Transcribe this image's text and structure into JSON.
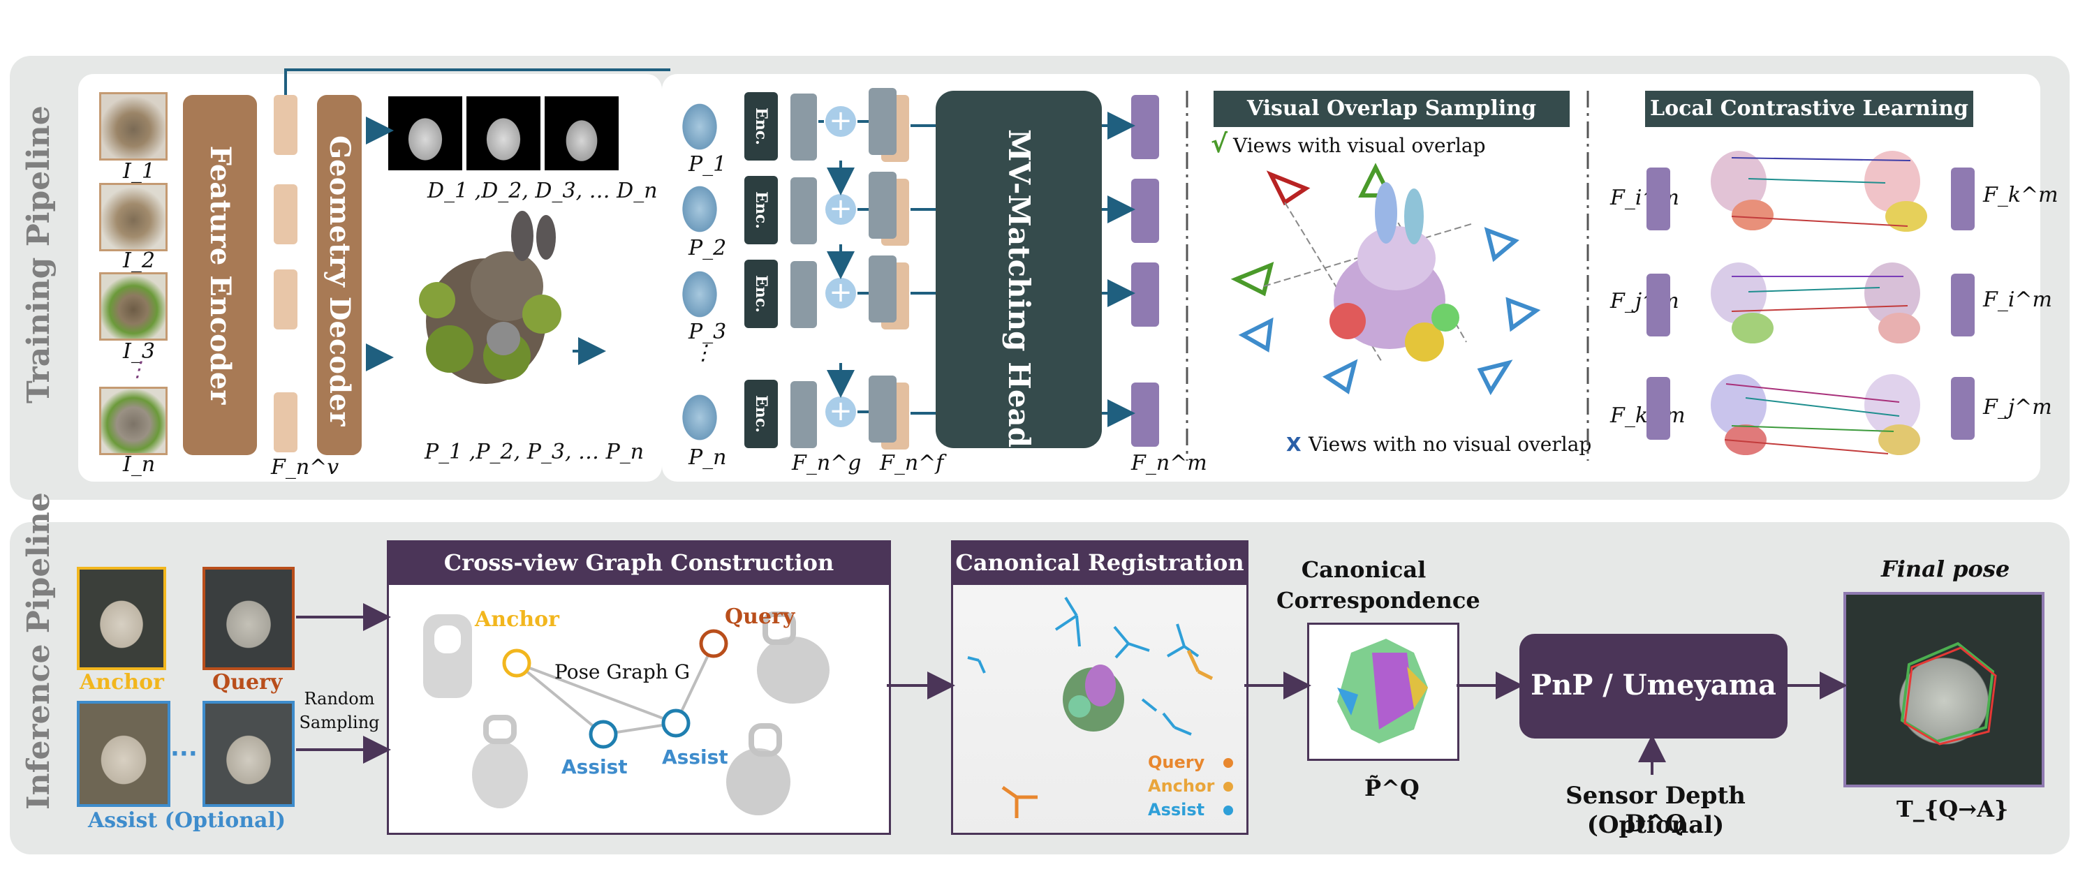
{
  "training": {
    "label": "Training Pipeline",
    "input_labels": [
      "I_1",
      "I_2",
      "I_3",
      "⋮",
      "I_n"
    ],
    "feature_encoder": "Feature Encoder",
    "geometry_decoder": "Geometry Decoder",
    "fv_label": "F_n^v",
    "depth_label": "D_1 ,D_2, D_3, … D_n",
    "points_label": "P_1 ,P_2, P_3, … P_n",
    "p_labels": [
      "P_1",
      "P_2",
      "P_3",
      "⋮",
      "P_n"
    ],
    "enc_label": "Enc.",
    "fg_label": "F_n^g",
    "ff_label": "F_n^f",
    "fm_label": "F_n^m",
    "mv_head": "MV-Matching Head",
    "visual_overlap": {
      "title": "Visual Overlap Sampling",
      "with_overlap_mark": "√",
      "with_overlap": "Views with visual overlap",
      "no_overlap_mark": "X",
      "no_overlap": "Views with no visual overlap"
    },
    "contrastive": {
      "title": "Local Contrastive Learning",
      "left_labels": [
        "F_i^m",
        "F_j^m",
        "F_k^m"
      ],
      "right_labels": [
        "F_k^m",
        "F_i^m",
        "F_j^m"
      ]
    }
  },
  "inference": {
    "label": "Inference Pipeline",
    "anchor": "Anchor",
    "query": "Query",
    "assist_optional": "Assist (Optional)",
    "ellipsis": "···",
    "random_sampling": "Random Sampling",
    "graph_title": "Cross-view Graph Construction",
    "graph_anchor": "Anchor",
    "graph_query": "Query",
    "pose_graph": "Pose Graph G",
    "assist_1": "Assist",
    "assist_2": "Assist",
    "canonical_title": "Canonical Registration",
    "legend": [
      {
        "label": "Query",
        "color": "#e8872e"
      },
      {
        "label": "Anchor",
        "color": "#e9a53a"
      },
      {
        "label": "Assist",
        "color": "#2e9fd8"
      }
    ],
    "canonical_corr": "Canonical Correspondence",
    "p_tilde": "P̃^Q",
    "pnp": "PnP / Umeyama",
    "sensor_depth": "Sensor Depth D^Q",
    "sensor_optional": "(Optional)",
    "final_pose": "Final pose",
    "t_label": "T_{Q→A}"
  },
  "colors": {
    "brown": "#a87a55",
    "dark_teal": "#2c3e40",
    "purple": "#4b3558",
    "feature_purple": "#8f7ab1",
    "arrow_blue": "#1f5f7f",
    "anchor_yellow": "#f2b61d",
    "query_orange": "#b94e1b",
    "assist_blue": "#3e8ccc"
  }
}
